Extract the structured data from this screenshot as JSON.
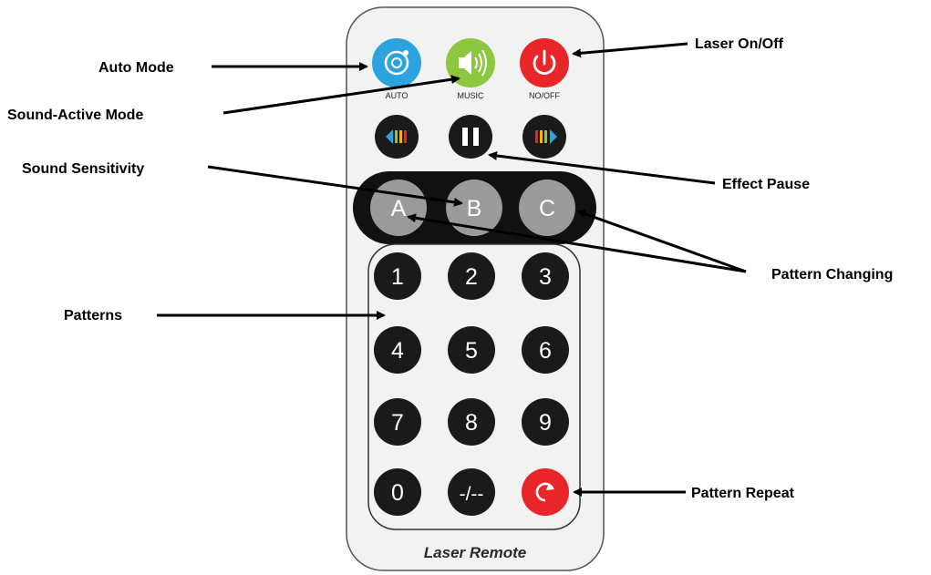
{
  "remote": {
    "top_buttons": [
      {
        "id": "auto",
        "label": "AUTO",
        "icon": "auto-mode-icon",
        "color": "#2aa3df"
      },
      {
        "id": "music",
        "label": "MUSIC",
        "icon": "speaker-icon",
        "color": "#8dc63f"
      },
      {
        "id": "power",
        "label": "NO/OFF",
        "icon": "power-icon",
        "color": "#e8262a"
      }
    ],
    "abc_buttons": [
      "A",
      "B",
      "C"
    ],
    "number_buttons": [
      "1",
      "2",
      "3",
      "4",
      "5",
      "6",
      "7",
      "8",
      "9",
      "0",
      "-/--"
    ],
    "footer": "Laser Remote"
  },
  "callouts": {
    "auto_mode": "Auto Mode",
    "sound_active_mode": "Sound-Active Mode",
    "sound_sensitivity": "Sound Sensitivity",
    "patterns": "Patterns",
    "laser_on_off": "Laser On/Off",
    "effect_pause": "Effect Pause",
    "pattern_changing": "Pattern Changing",
    "pattern_repeat": "Pattern Repeat"
  },
  "colors": {
    "body": "#f2f2f2",
    "button_black": "#1a1a1a",
    "button_grey": "#9a9a9a",
    "repeat_red": "#e8262a"
  }
}
